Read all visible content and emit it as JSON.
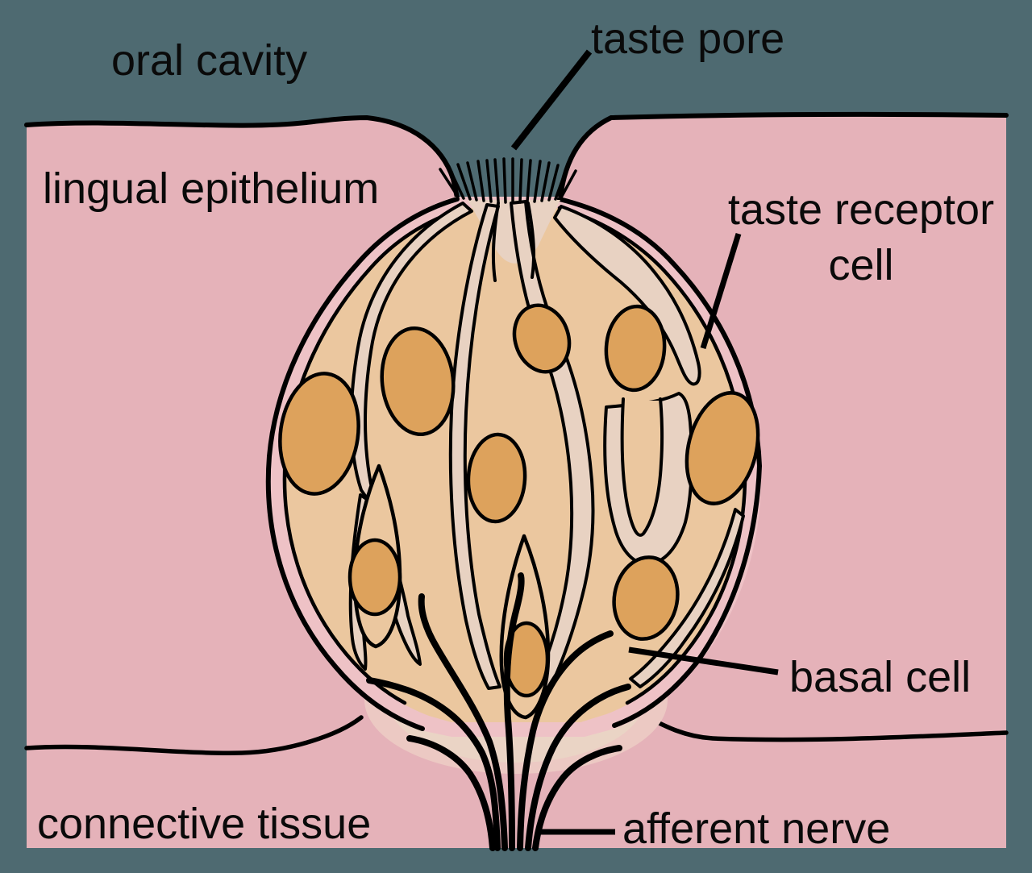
{
  "title": "Taste bud anatomy diagram",
  "labels": {
    "oral_cavity": "oral cavity",
    "taste_pore": "taste pore",
    "lingual_epithelium": "lingual epithelium",
    "taste_receptor_line1": "taste receptor",
    "taste_receptor_line2": "cell",
    "basal_cell": "basal cell",
    "connective_tissue": "connective tissue",
    "afferent_nerve": "afferent nerve"
  },
  "colors": {
    "background-teal": "#4e6a71",
    "epithelium-pink": "#e5b2b9",
    "bud-rim-pink": "#eec2c6",
    "cell-tan": "#ebc79f",
    "intercell-beige": "#e8d2c2",
    "base-beige": "#ead4c5",
    "base-halo": "#ecc9c3",
    "nucleus-orange": "#dda25c",
    "outline-black": "#000000"
  }
}
